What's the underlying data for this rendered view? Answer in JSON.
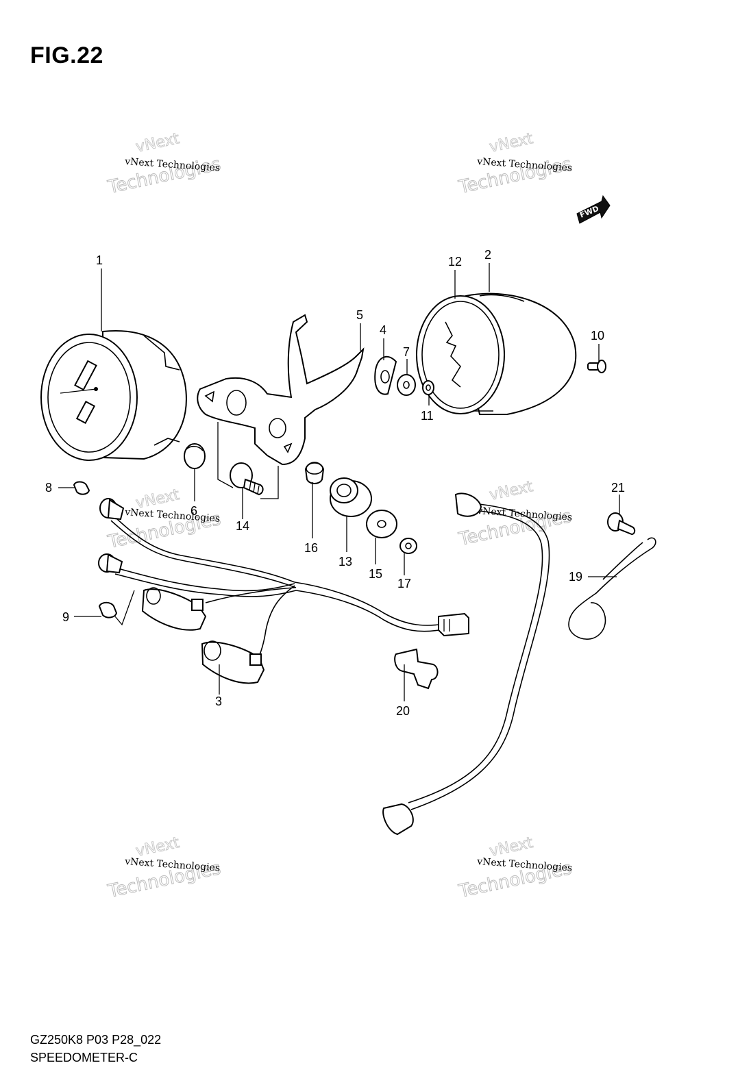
{
  "figure_title": "FIG.22",
  "footer": {
    "model_code": "GZ250K8 P03 P28_022",
    "section_name": "SPEEDOMETER-C"
  },
  "fwd_arrow": "FWD",
  "watermark": {
    "line_small": "vNext Technologies",
    "line_top": "vNext",
    "line_bottom": "Technologies"
  },
  "callouts": [
    "1",
    "2",
    "3",
    "4",
    "5",
    "6",
    "7",
    "8",
    "9",
    "10",
    "11",
    "12",
    "13",
    "14",
    "15",
    "16",
    "17",
    "19",
    "20",
    "21"
  ]
}
